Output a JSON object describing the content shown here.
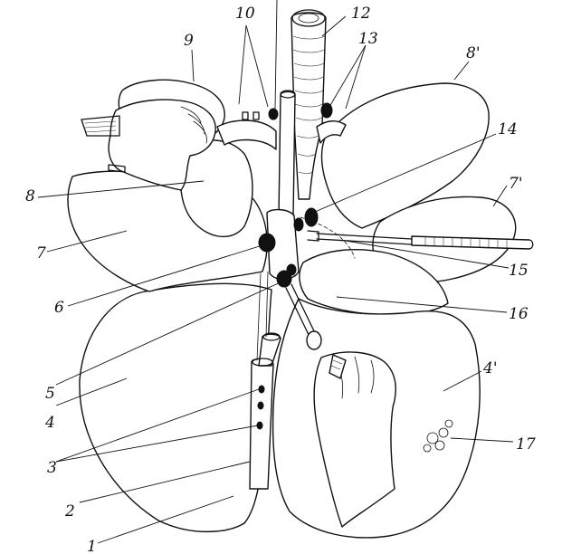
{
  "labels": {
    "l1": "1",
    "l2": "2",
    "l3": "3",
    "l4": "4",
    "l4p": "4'",
    "l5": "5",
    "l6": "6",
    "l7": "7",
    "l7p": "7'",
    "l8": "8",
    "l8p": "8'",
    "l9": "9",
    "l10": "10",
    "l12": "12",
    "l13": "13",
    "l14": "14",
    "l15": "15",
    "l16": "16",
    "l17": "17"
  }
}
